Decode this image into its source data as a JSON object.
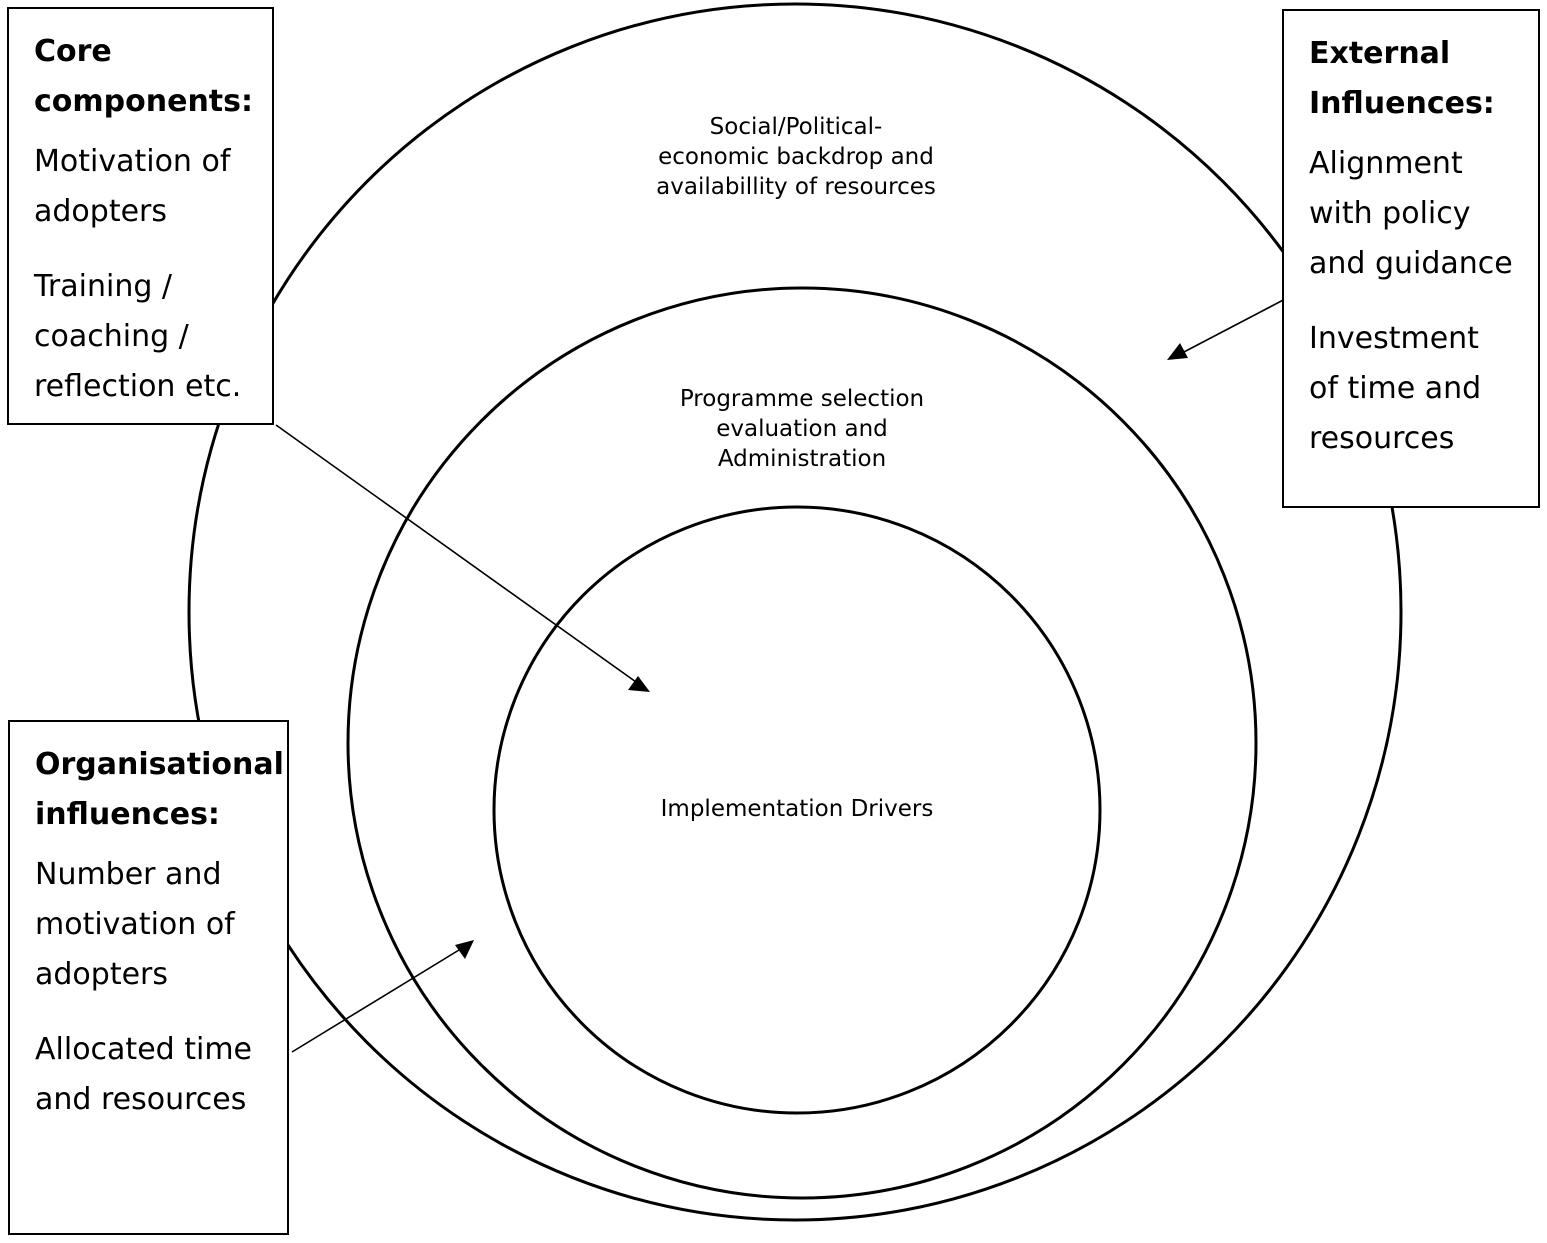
{
  "rings": {
    "outer_label": "Social/Political-\neconomic backdrop and\navailabillity of resources",
    "middle_label": "Programme selection\nevaluation and\nAdministration",
    "inner_label": "Implementation Drivers"
  },
  "boxes": {
    "core": {
      "title": "Core\ncomponents:",
      "items": [
        "Motivation of\nadopters",
        "Training /\ncoaching /\nreflection etc."
      ]
    },
    "external": {
      "title": "External\nInfluences:",
      "items": [
        "Alignment\nwith policy\nand guidance",
        "Investment\nof time and\nresources"
      ]
    },
    "organisational": {
      "title": "Organisational\ninfluences:",
      "items": [
        "Number and\nmotivation of\nadopters",
        "Allocated time\nand resources"
      ]
    }
  }
}
